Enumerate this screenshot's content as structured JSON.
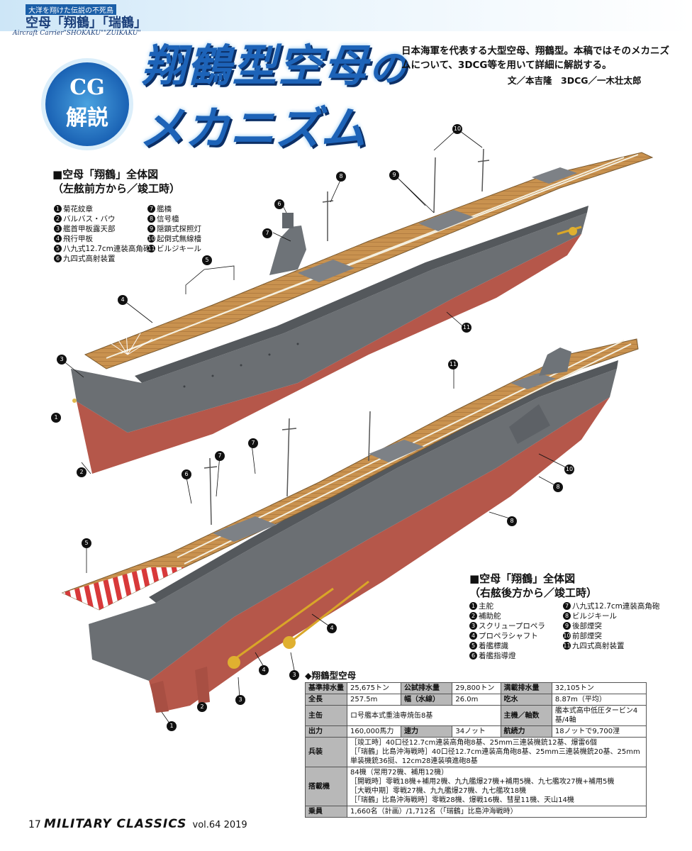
{
  "header": {
    "kicker": "大洋を翔けた伝説の不死鳥",
    "series_title": "空母「翔鶴」「瑞鶴」",
    "series_sub": "Aircraft Carrier\"SHOKAKU\"\"ZUIKAKU\""
  },
  "badge": {
    "line1": "CG",
    "line2": "解説"
  },
  "title": {
    "line1": "翔鶴型空母",
    "particle": "の",
    "line2": "メカニズム"
  },
  "lead": "日本海軍を代表する大型空母、翔鶴型。本稿ではそのメカニズムについて、3DCG等を用いて詳細に解説する。",
  "credit": "文／本吉隆　3DCG／一木壮太郎",
  "figure1": {
    "title1": "■空母「翔鶴」全体図",
    "title2": "（左舷前方から／竣工時）",
    "legend_left": [
      "菊花紋章",
      "バルバス・バウ",
      "艦首甲板露天部",
      "飛行甲板",
      "八九式12.7cm連装高角砲",
      "九四式高射装置"
    ],
    "legend_right": [
      "艦橋",
      "信号檣",
      "隠顕式探照灯",
      "起倒式無線檣",
      "ビルジキール"
    ]
  },
  "figure2": {
    "title1": "■空母「翔鶴」全体図",
    "title2": "（右舷後方から／竣工時）",
    "legend_left": [
      "主舵",
      "補助舵",
      "スクリュープロペラ",
      "プロペラシャフト",
      "着艦標識",
      "着艦指導燈"
    ],
    "legend_right": [
      "八九式12.7cm連装高角砲",
      "ビルジキール",
      "後部煙突",
      "前部煙突",
      "九四式高射装置"
    ]
  },
  "numbers": [
    "1",
    "2",
    "3",
    "4",
    "5",
    "6",
    "7",
    "8",
    "9",
    "10",
    "11"
  ],
  "spec": {
    "title": "◆翔鶴型空母",
    "row1": [
      "基準排水量",
      "25,675トン",
      "公試排水量",
      "29,800トン",
      "満載排水量",
      "32,105トン"
    ],
    "row2": [
      "全長",
      "257.5m",
      "幅（水線）",
      "26.0m",
      "吃水",
      "8.87m（平均）"
    ],
    "row3": [
      "主缶",
      "ロ号艦本式重油専焼缶8基",
      "主機／軸数",
      "艦本式高中低圧タービン4基/4軸"
    ],
    "row4": [
      "出力",
      "160,000馬力",
      "速力",
      "34ノット",
      "航続力",
      "18ノットで9,700浬"
    ],
    "armament_label": "兵装",
    "armament": [
      "［竣工時］40口径12.7cm連装高角砲8基、25mm三連装機銃12基、爆雷6個",
      "［「瑞鶴」比島沖海戦時］40口径12.7cm連装高角砲8基、25mm三連装機銃20基、25mm単装機銃36挺、12cm28連装噴進砲8基"
    ],
    "aircraft_label": "搭載機",
    "aircraft": [
      "84機（常用72機、補用12機）",
      "［開戦時］零戦18機+補用2機、九九艦爆27機+補用5機、九七艦攻27機+補用5機",
      "［大戦中期］零戦27機、九九艦爆27機、九七艦攻18機",
      "［「瑞鶴」比島沖海戦時］零戦28機、爆戦16機、彗星11機、天山14機"
    ],
    "crew_label": "乗員",
    "crew": "1,660名（計画）/1,712名（「瑞鶴」比島沖海戦時）"
  },
  "footer": {
    "page": "17",
    "magazine": "MILITARY CLASSICS",
    "volume": "vol.64 2019"
  },
  "colors": {
    "title_blue": "#1d63b8",
    "deck": "#c9924f",
    "hull_gray": "#6b6f73",
    "hull_red": "#b5574a"
  }
}
